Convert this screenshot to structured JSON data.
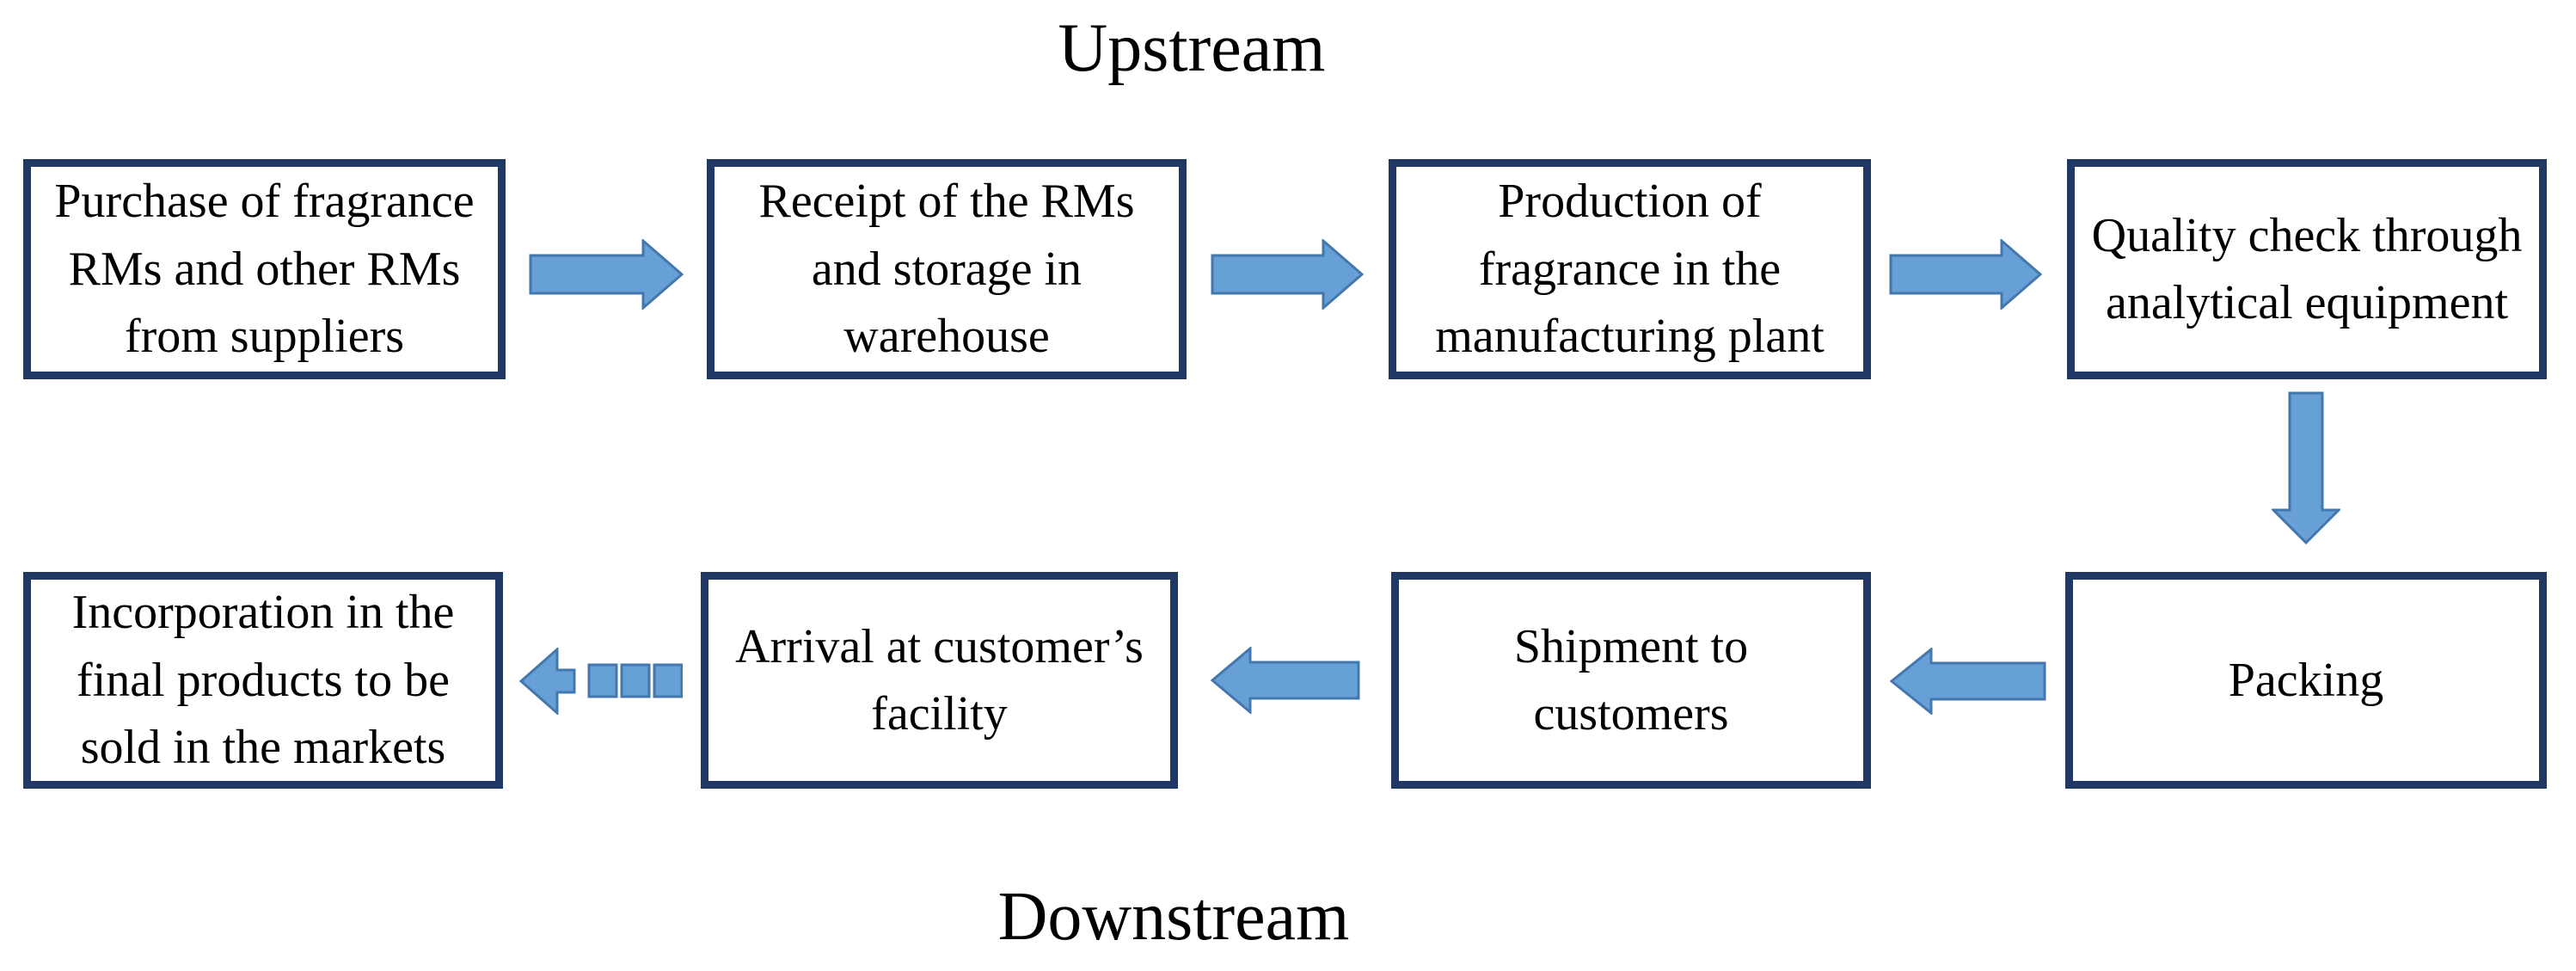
{
  "diagram": {
    "titles": {
      "top": "Upstream",
      "bottom": "Downstream"
    },
    "nodes": [
      {
        "id": "purchase",
        "label": "Purchase of fragrance\nRMs and other RMs\nfrom suppliers"
      },
      {
        "id": "receipt",
        "label": "Receipt of the RMs\nand storage in\nwarehouse"
      },
      {
        "id": "production",
        "label": "Production of\nfragrance in the\nmanufacturing plant"
      },
      {
        "id": "quality",
        "label": "Quality check through\nanalytical equipment"
      },
      {
        "id": "packing",
        "label": "Packing"
      },
      {
        "id": "shipment",
        "label": "Shipment to\ncustomers"
      },
      {
        "id": "arrival",
        "label": "Arrival at customer’s\nfacility"
      },
      {
        "id": "incorporation",
        "label": "Incorporation in the\nfinal products to be\nsold in the markets"
      }
    ],
    "arrows": [
      {
        "from": "purchase",
        "to": "receipt",
        "direction": "right",
        "style": "solid"
      },
      {
        "from": "receipt",
        "to": "production",
        "direction": "right",
        "style": "solid"
      },
      {
        "from": "production",
        "to": "quality",
        "direction": "right",
        "style": "solid"
      },
      {
        "from": "quality",
        "to": "packing",
        "direction": "down",
        "style": "solid"
      },
      {
        "from": "packing",
        "to": "shipment",
        "direction": "left",
        "style": "solid"
      },
      {
        "from": "shipment",
        "to": "arrival",
        "direction": "left",
        "style": "solid"
      },
      {
        "from": "arrival",
        "to": "incorporation",
        "direction": "left",
        "style": "dashed"
      }
    ],
    "colors": {
      "box_border": "#1f3864",
      "arrow_fill": "#66a0d6",
      "arrow_stroke": "#4377ad",
      "text": "#000000",
      "background": "#ffffff"
    }
  }
}
